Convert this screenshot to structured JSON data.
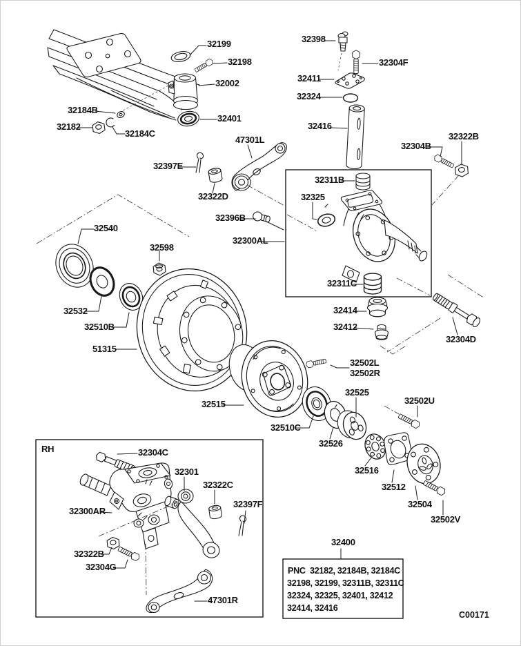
{
  "figure_code": "C00171",
  "rh_label": "RH",
  "assembly": {
    "number": "32400"
  },
  "pnc": {
    "key": "PNC",
    "lines": [
      "32182, 32184B, 32184C",
      "32198, 32199, 32311B, 32311C",
      "32324, 32325, 32401, 32412",
      "32414, 32416"
    ]
  },
  "colors": {
    "line": "#1a1a1a",
    "background": "#ffffff"
  },
  "callouts": [
    "32199",
    "32198",
    "32002",
    "32184B",
    "32182",
    "32184C",
    "32401",
    "47301L",
    "32397E",
    "32322D",
    "32396B",
    "32300AL",
    "32398",
    "32304F",
    "32411",
    "32324",
    "32416",
    "32304B",
    "32322B",
    "32311B",
    "32325",
    "32311C",
    "32414",
    "32412",
    "32304D",
    "32540",
    "32598",
    "32532",
    "32510B",
    "51315",
    "32515",
    "32510C",
    "32502L",
    "32502R",
    "32525",
    "32526",
    "32516",
    "32502U",
    "32512",
    "32504",
    "32502V",
    "32304C",
    "32301",
    "32322C",
    "32397F",
    "32300AR",
    "32322B",
    "32304G",
    "47301R"
  ]
}
